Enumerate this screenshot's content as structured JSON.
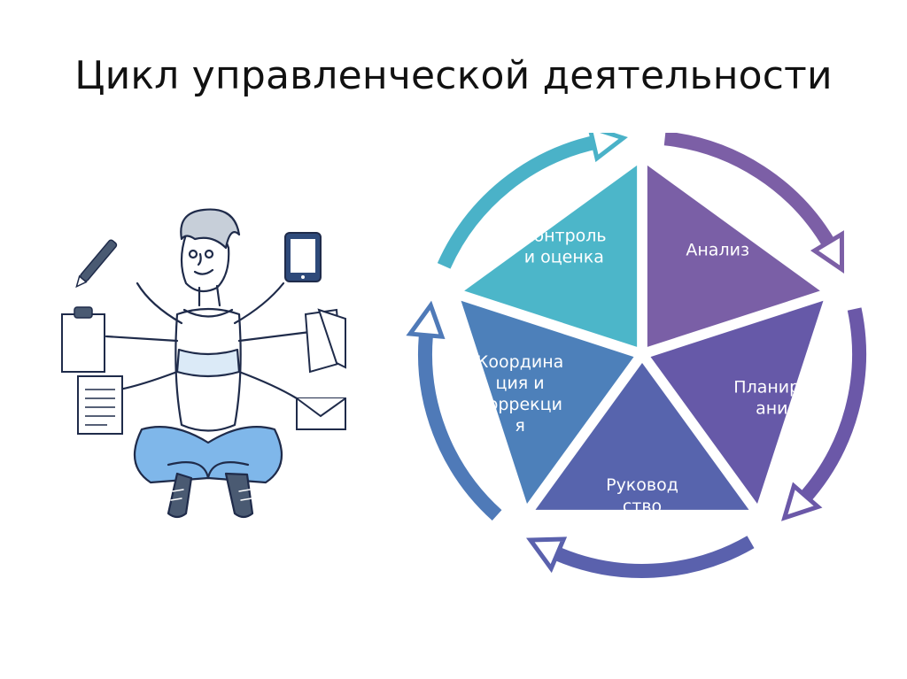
{
  "title": "Цикл управленческой деятельности",
  "cycle": {
    "segments": [
      {
        "lines": [
          "Анализ"
        ],
        "color": "#7a5fa6"
      },
      {
        "lines": [
          "Планиров",
          "ание"
        ],
        "color": "#6659a8"
      },
      {
        "lines": [
          "Руковод",
          "ство"
        ],
        "color": "#5764ad"
      },
      {
        "lines": [
          "Координа",
          "ция и",
          "коррекци",
          "я"
        ],
        "color": "#4d80ba"
      },
      {
        "lines": [
          "Контроль",
          "и оценка"
        ],
        "color": "#4cb6c9"
      }
    ],
    "arrow_colors": [
      "#7c5fa6",
      "#6b58a8",
      "#5a61ad",
      "#4f7ab8",
      "#4ab2c8"
    ]
  },
  "illustration": {
    "icons": [
      "pen-icon",
      "tablet-icon",
      "clipboard-icon",
      "document-icon",
      "notes-icon",
      "envelope-icon"
    ]
  }
}
